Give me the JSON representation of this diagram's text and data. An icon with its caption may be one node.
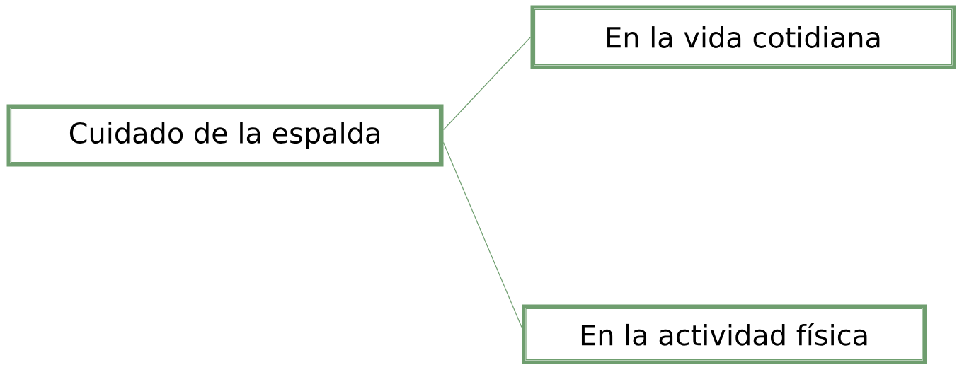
{
  "diagram": {
    "nodes": [
      {
        "text": [
          "Cuidado de la espalda"
        ]
      },
      {
        "text": [
          "En la vida cotidiana"
        ]
      },
      {
        "text": [
          "En la actividad física"
        ]
      }
    ],
    "edges": [
      {
        "from": 0,
        "to": 1,
        "arrow": "none"
      },
      {
        "from": 0,
        "to": 2,
        "arrow": "none"
      }
    ]
  }
}
